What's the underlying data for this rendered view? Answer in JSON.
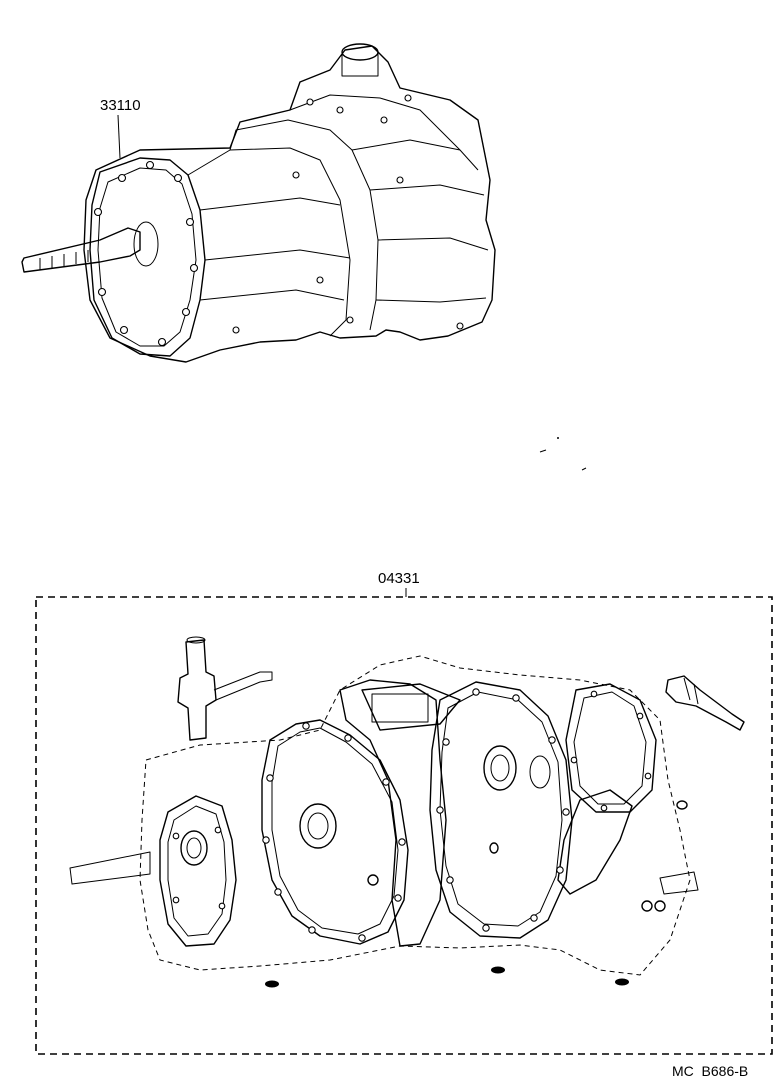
{
  "parts": [
    {
      "number": "33110",
      "item": "transmission-assembly"
    },
    {
      "number": "04331",
      "item": "gasket-kit"
    }
  ],
  "diagram_code": "MC  B686-B"
}
